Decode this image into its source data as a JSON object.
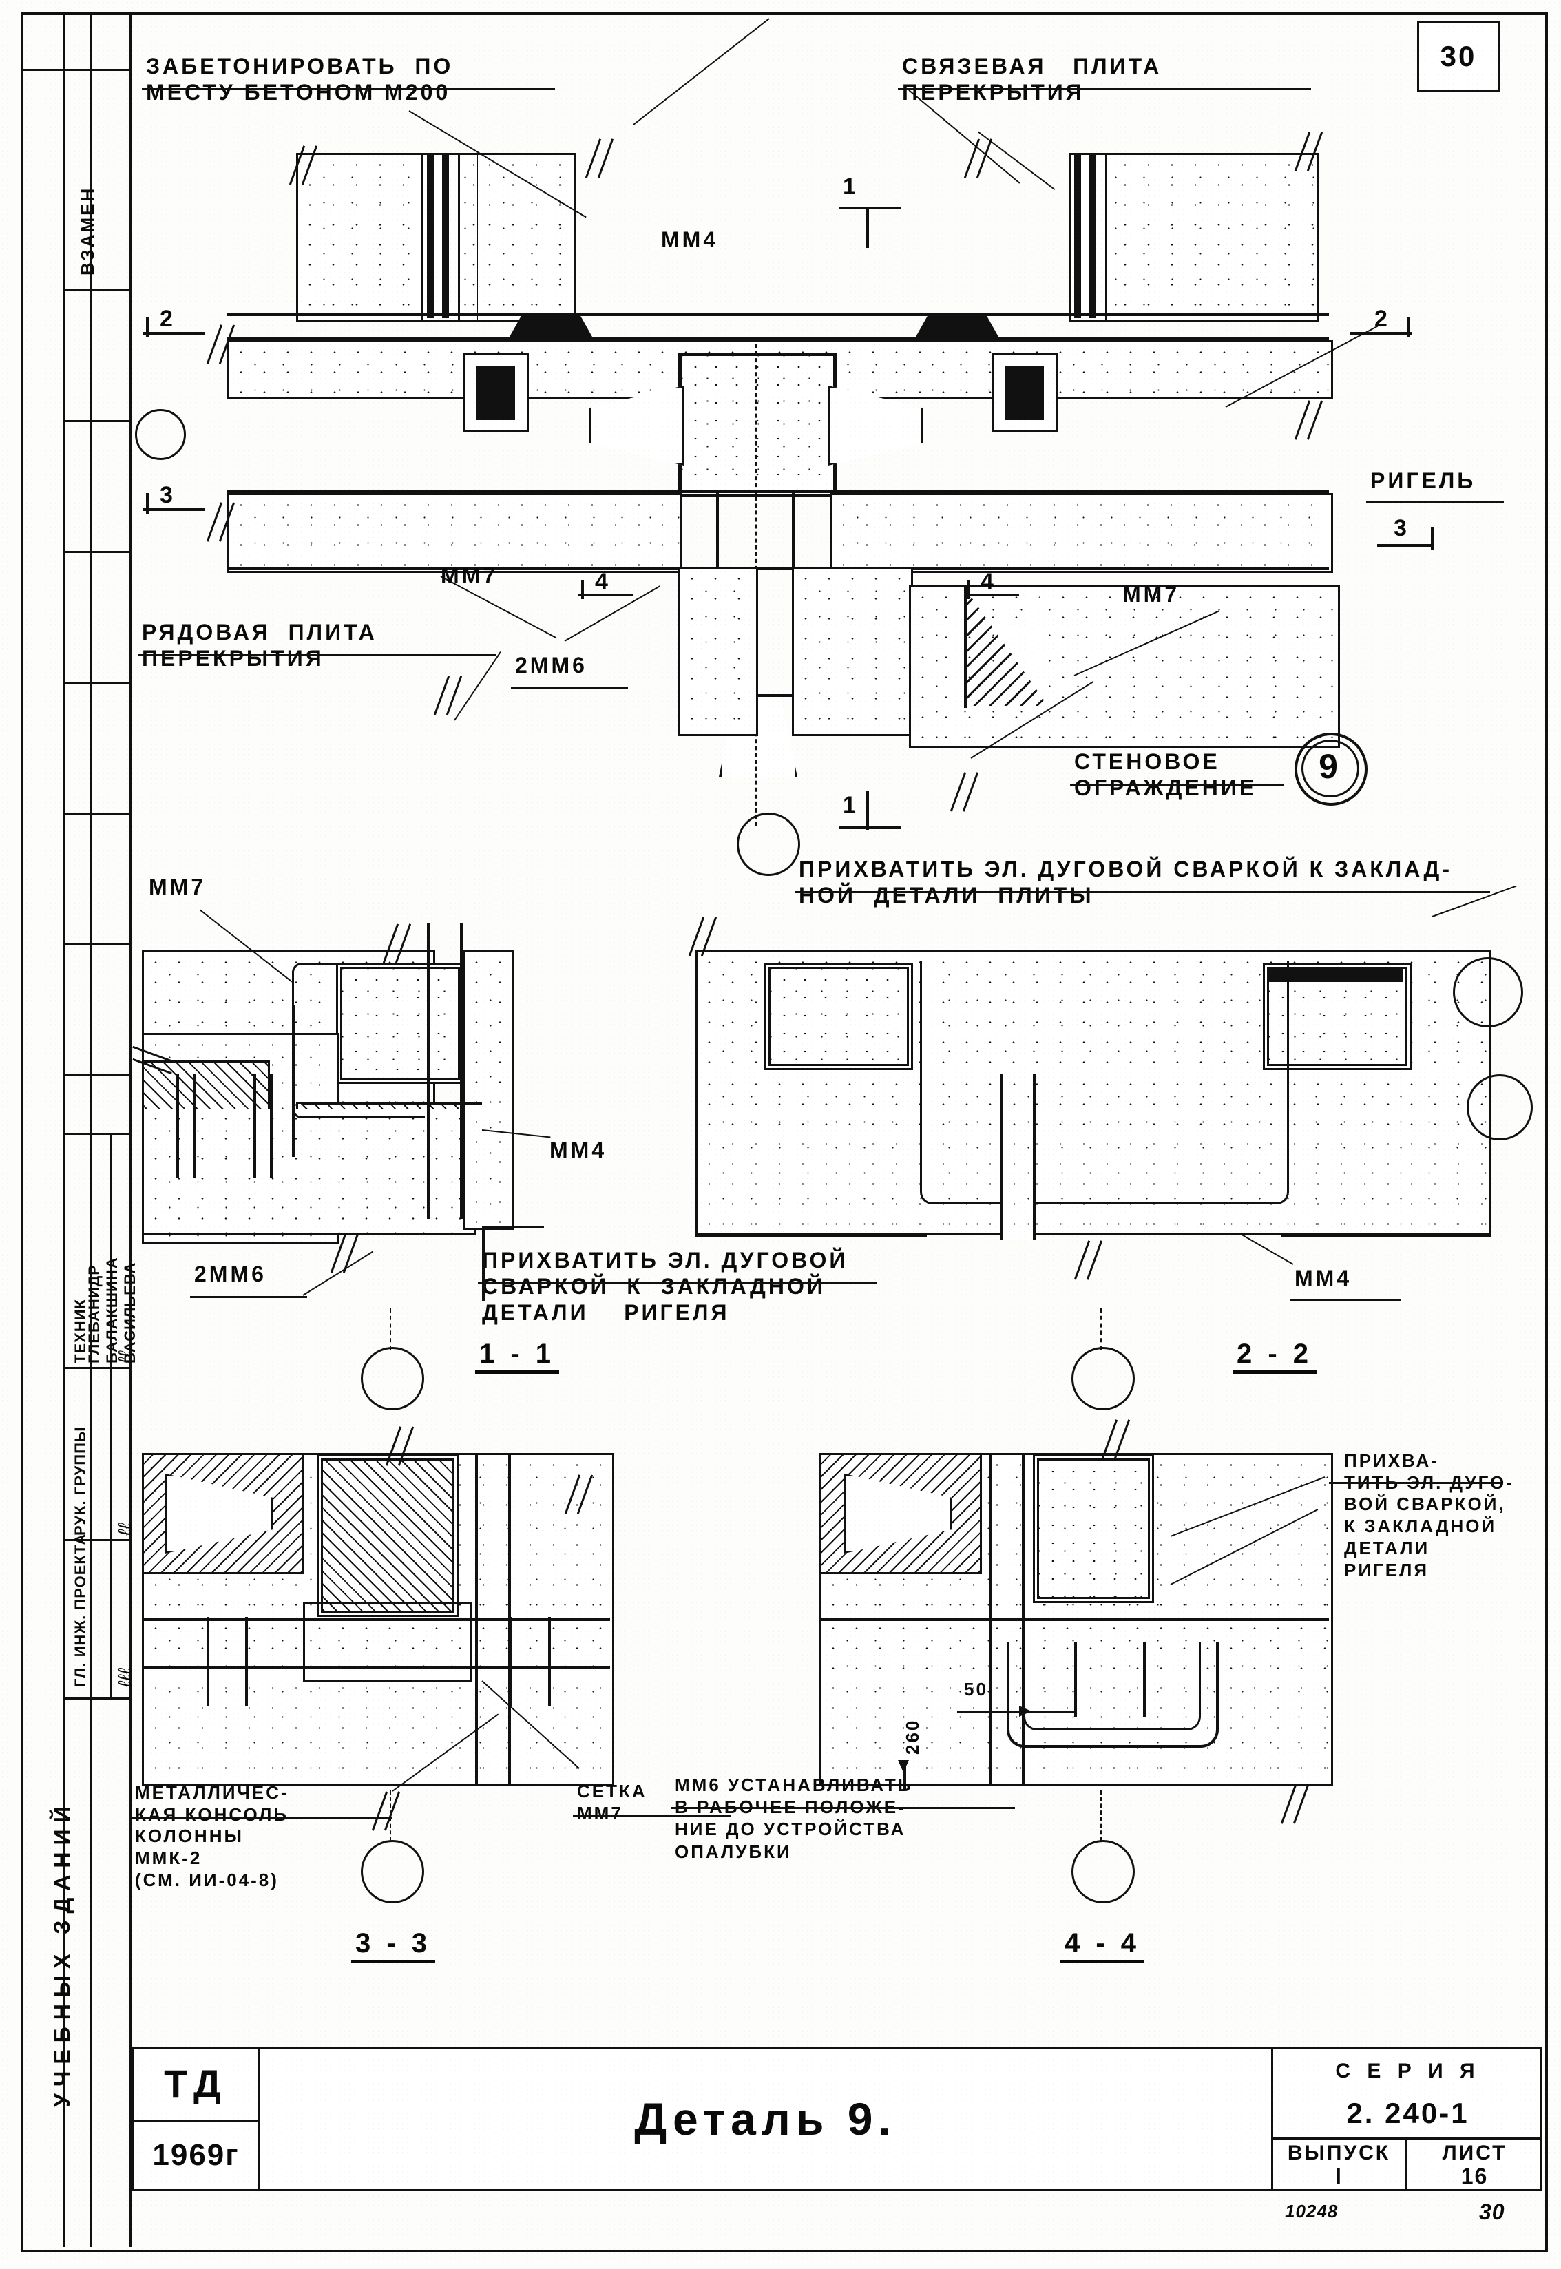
{
  "sheet": {
    "number_top_right": "30",
    "number_bottom_right": "30",
    "doc_code": "10248"
  },
  "margin": {
    "replace_label": "ВЗАМЕН",
    "side_label": "УЧЕБНЫХ ЗДАНИЙ"
  },
  "signatures": {
    "rows": [
      {
        "role": "ГЛ. ИНЖ. ПРОЕКТА",
        "name": "ГЛЕБАНИДР",
        "sign": "подпись"
      },
      {
        "role": "РУК. ГРУППЫ",
        "name": "БАЛАКШИНА",
        "sign": "подпись"
      },
      {
        "role": "ТЕХНИК",
        "name": "ВАСИЛЬЕВА",
        "sign": "подпись"
      }
    ]
  },
  "annotations": {
    "concrete_in_place": "ЗАБЕТОНИРОВАТЬ  ПО\nМЕСТУ БЕТОНОМ М200",
    "tie_slab": "СВЯЗЕВАЯ   ПЛИТА\nПЕРЕКРЫТИЯ",
    "ordinary_slab": "РЯДОВАЯ  ПЛИТА\nПЕРЕКРЫТИЯ",
    "crossbar": "РИГЕЛЬ",
    "wall_fence": "СТЕНОВОЕ\nОГРАЖДЕНИЕ",
    "weld_to_slab": "ПРИХВАТИТЬ ЭЛ. ДУГОВОЙ СВАРКОЙ К ЗАКЛАД-\nНОЙ  ДЕТАЛИ  ПЛИТЫ",
    "weld_to_beam_1_1": "ПРИХВАТИТЬ ЭЛ. ДУГОВОЙ\nСВАРКОЙ  К  ЗАКЛАДНОЙ\nДЕТАЛИ    РИГЕЛЯ",
    "weld_to_beam_4_4": "ПРИХВА-\nТИТЬ ЭЛ. ДУГО-\nВОЙ СВАРКОЙ,\nК ЗАКЛАДНОЙ\nДЕТАЛИ\nРИГЕЛЯ",
    "column_console": "МЕТАЛЛИЧЕС-\nКАЯ КОНСОЛЬ\nКОЛОННЫ\nММК-2\n(СМ. ИИ-04-8)",
    "mm6_install": "ММ6 УСТАНАВЛИВАТЬ\nВ РАБОЧЕЕ ПОЛОЖЕ-\nНИЕ ДО УСТРОЙСТВА\nОПАЛУБКИ",
    "mesh": "СЕТКА\nММ7"
  },
  "part_labels": {
    "mm4_top": "ММ4",
    "mm7_top": "ММ7",
    "mm7_top_right": "ММ7",
    "mm6_top": "2ММ6",
    "mm7_sec11": "ММ7",
    "mm4_sec11": "ММ4",
    "mm6_sec11": "2ММ6",
    "mm4_sec22": "ММ4",
    "mm6_sec33": "ММ6",
    "mesh_mm7": "СЕТКА\nММ7"
  },
  "detail_bubble": "9",
  "section_cuts": {
    "c1_top": "1",
    "c1_bottom": "1",
    "c2_left": "2",
    "c2_right": "2",
    "c3_left": "3",
    "c3_right": "3",
    "c4_left": "4",
    "c4_right": "4"
  },
  "section_titles": {
    "s11": "1 - 1",
    "s22": "2 - 2",
    "s33": "3 - 3",
    "s44": "4 - 4"
  },
  "dimensions": {
    "d260": "260",
    "d50": "50"
  },
  "title_block": {
    "stage": "ТД",
    "year": "1969г",
    "drawing_title": "Деталь  9.",
    "series_label": "С Е Р И Я",
    "series_value": "2. 240-1",
    "issue_label": "ВЫПУСК",
    "issue_value": "I",
    "sheet_label": "ЛИСТ",
    "sheet_value": "16"
  }
}
